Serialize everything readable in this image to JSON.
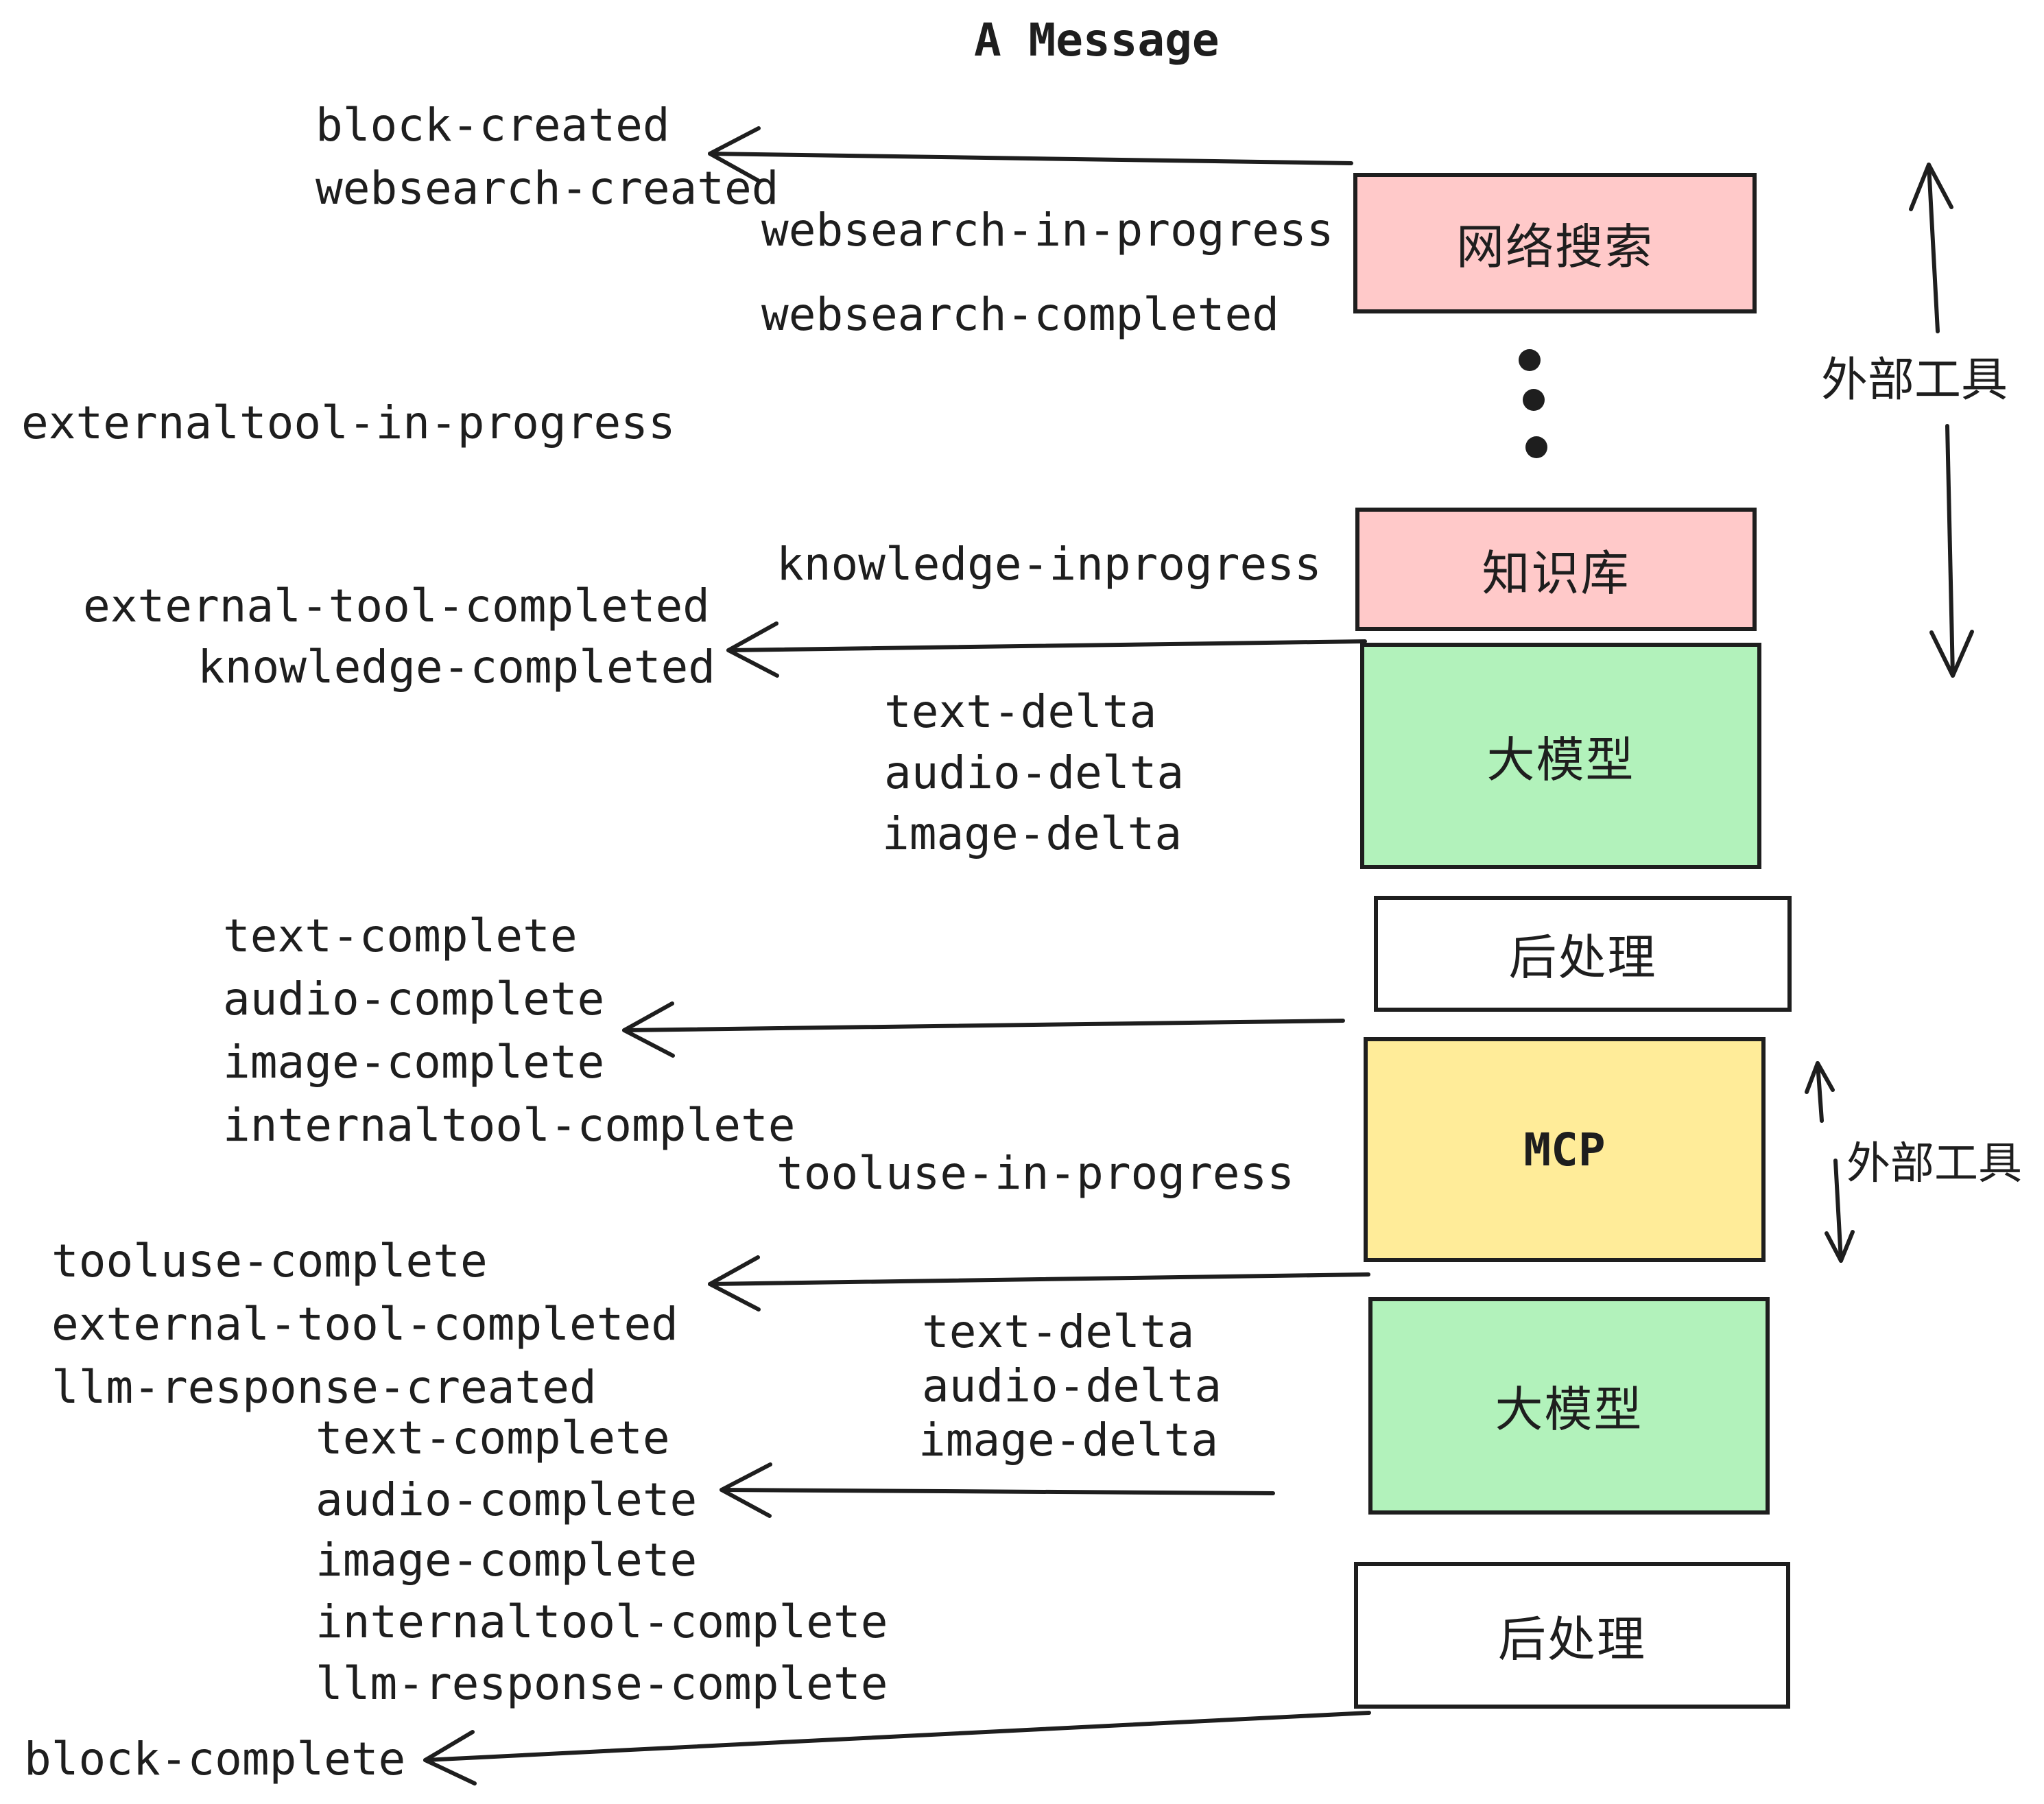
{
  "title": "A Message",
  "colors": {
    "pink": "#ffc9c9",
    "green": "#b2f2bb",
    "yellow": "#ffec99",
    "white": "#ffffff",
    "stroke": "#1e1e1e"
  },
  "boxes": [
    {
      "label": "网络搜索",
      "color": "#ffc9c9"
    },
    {
      "label": "知识库",
      "color": "#ffc9c9"
    },
    {
      "label": "大模型",
      "color": "#b2f2bb"
    },
    {
      "label": "后处理",
      "color": "#ffffff"
    },
    {
      "label": "MCP",
      "color": "#ffec99"
    },
    {
      "label": "大模型",
      "color": "#b2f2bb"
    },
    {
      "label": "后处理",
      "color": "#ffffff"
    }
  ],
  "side_labels": {
    "top": "外部工具",
    "mcp": "外部工具"
  },
  "events": [
    {
      "label": "block-created"
    },
    {
      "label": "websearch-created"
    },
    {
      "label": "websearch-in-progress"
    },
    {
      "label": "websearch-completed"
    },
    {
      "label": "externaltool-in-progress"
    },
    {
      "label": "knowledge-inprogress"
    },
    {
      "label": "external-tool-completed"
    },
    {
      "label": "knowledge-completed"
    },
    {
      "label": "text-delta"
    },
    {
      "label": "audio-delta"
    },
    {
      "label": "image-delta"
    },
    {
      "label": "text-complete"
    },
    {
      "label": "audio-complete"
    },
    {
      "label": "image-complete"
    },
    {
      "label": "internaltool-complete"
    },
    {
      "label": "tooluse-in-progress"
    },
    {
      "label": "tooluse-complete"
    },
    {
      "label": "external-tool-completed"
    },
    {
      "label": "llm-response-created"
    },
    {
      "label": "text-delta"
    },
    {
      "label": "audio-delta"
    },
    {
      "label": "image-delta"
    },
    {
      "label": "text-complete"
    },
    {
      "label": "audio-complete"
    },
    {
      "label": "image-complete"
    },
    {
      "label": "internaltool-complete"
    },
    {
      "label": "llm-response-complete"
    },
    {
      "label": "block-complete"
    }
  ]
}
